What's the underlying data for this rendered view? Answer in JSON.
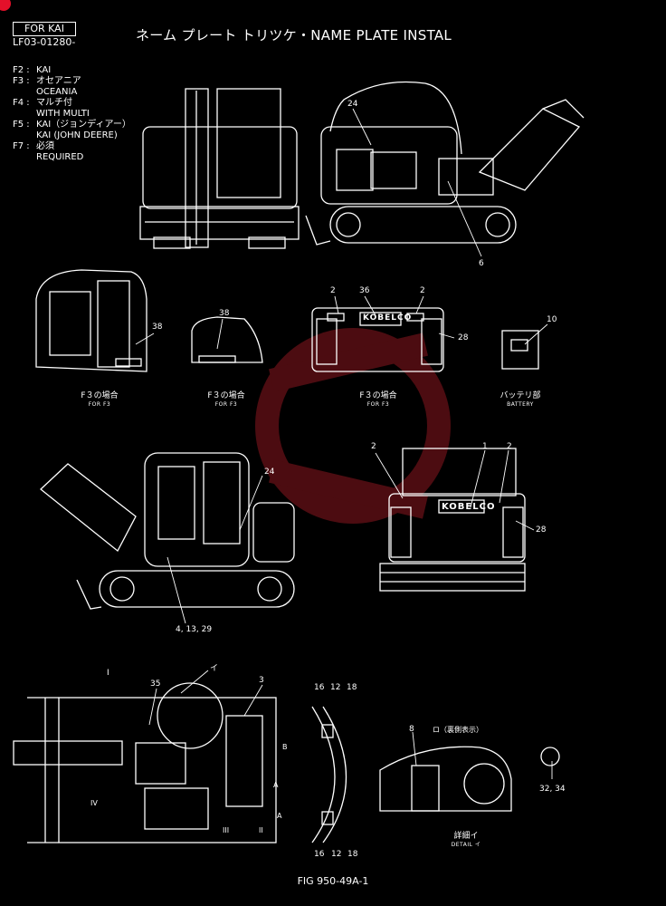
{
  "header": {
    "tag": "FOR KAI",
    "code": "LF03-01280-",
    "title": "ネーム プレート トリツケ・NAME PLATE INSTAL"
  },
  "legend": [
    {
      "key": "F2 :",
      "lines": [
        "KAI"
      ]
    },
    {
      "key": "F3 :",
      "lines": [
        "オセアニア",
        "OCEANIA"
      ]
    },
    {
      "key": "F4 :",
      "lines": [
        "マルチ付",
        "WITH MULTI"
      ]
    },
    {
      "key": "F5 :",
      "lines": [
        "KAI（ジョンディアー）",
        "KAI (JOHN DEERE)"
      ]
    },
    {
      "key": "F7 :",
      "lines": [
        "必須",
        "REQUIRED"
      ]
    }
  ],
  "captions": {
    "cab_f3": {
      "jp": "F３の場合",
      "en": "FOR F3"
    },
    "window_f3": {
      "jp": "F３の場合",
      "en": "FOR F3"
    },
    "rear_f3": {
      "jp": "F３の場合",
      "en": "FOR F3"
    },
    "battery": {
      "jp": "バッテリ部",
      "en": "BATTERY"
    },
    "detail": {
      "jp": "詳細イ",
      "en": "DETAIL イ"
    },
    "rear_note": "ロ（裏側表示）"
  },
  "brand_text": "KOBELCO",
  "callouts": {
    "c24a": "24",
    "c6": "6",
    "c38a": "38",
    "c38b": "38",
    "c2a": "2",
    "c36": "36",
    "c2b": "2",
    "c28a": "28",
    "c10": "10",
    "c24b": "24",
    "c2c": "2",
    "c1": "1",
    "c2d": "2",
    "c28b": "28",
    "c41329": "4, 13, 29",
    "cI": "I",
    "c35": "35",
    "cイ": "イ",
    "c3": "3",
    "c16a": "16",
    "c12a": "12",
    "c18a": "18",
    "c16b": "16",
    "c12b": "12",
    "c18b": "18",
    "c8": "8",
    "c3234": "32, 34",
    "cA1": "A",
    "cA2": "A",
    "cB": "B",
    "cII": "II",
    "cIV": "IV",
    "cIII": "III"
  },
  "figure_no": "FIG 950-49A-1",
  "colors": {
    "background": "#000000",
    "line": "#ffffff",
    "watermark": "#5a0f14",
    "corner_dot": "#e4102a"
  }
}
